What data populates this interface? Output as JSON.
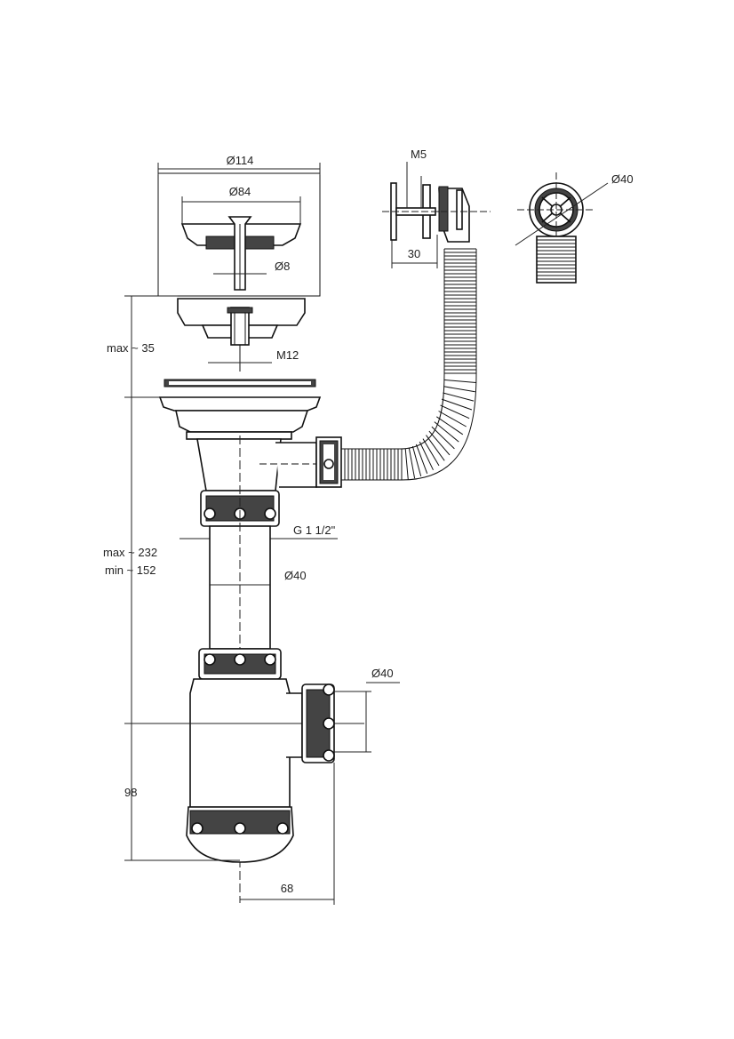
{
  "dimensions": {
    "basket_outer_diameter": "Ø114",
    "basket_inner_diameter": "Ø84",
    "stem_diameter": "Ø8",
    "thread_m12": "M12",
    "sink_thickness": "max ~ 35",
    "thread_g": "G 1 1/2\"",
    "pipe_diameter": "Ø40",
    "height_max": "max ~ 232",
    "height_min": "min ~ 152",
    "trap_height": "98",
    "outlet_offset": "68",
    "outlet_diameter": "Ø40",
    "overflow_screw": "M5",
    "overflow_depth": "30",
    "overflow_diameter": "Ø40"
  },
  "colors": {
    "line": "#111111",
    "fill": "#ffffff",
    "shade": "#444444"
  }
}
